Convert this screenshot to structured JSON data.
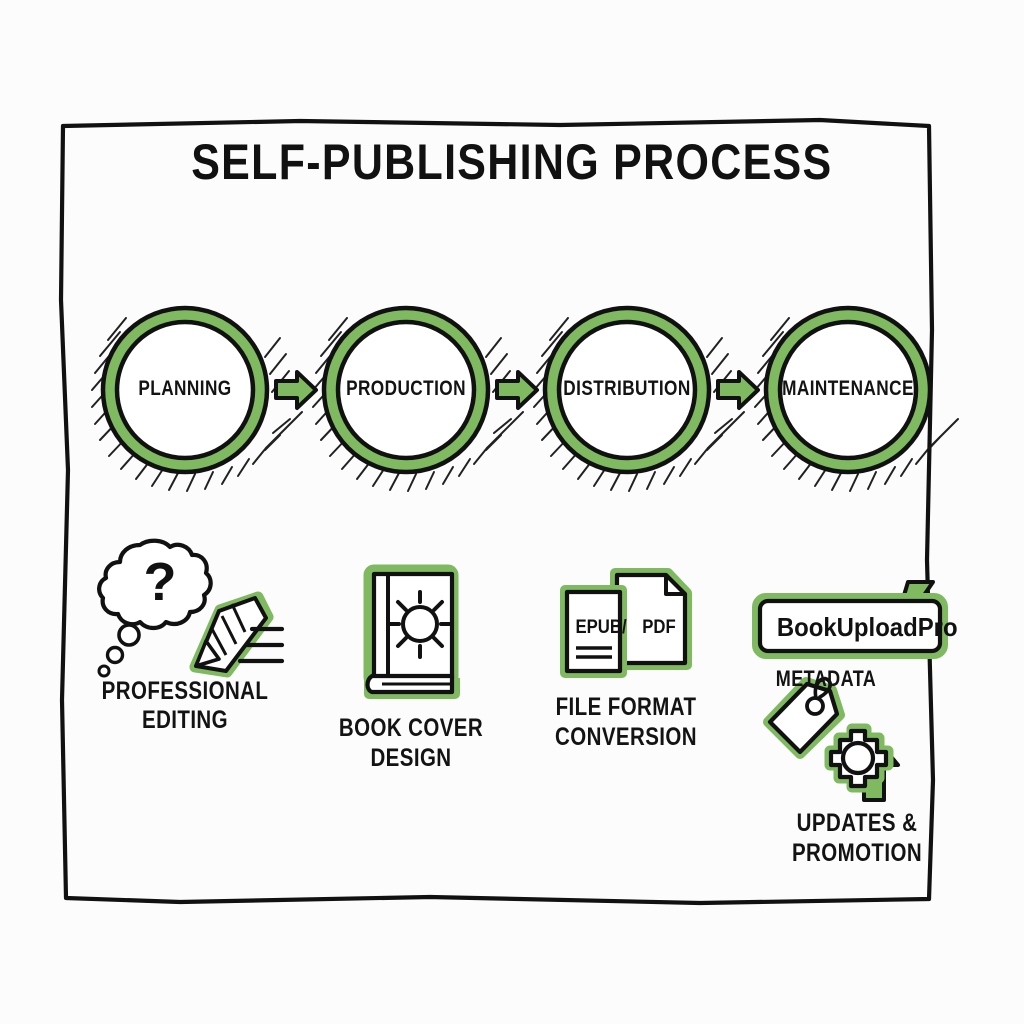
{
  "poster": {
    "title": "SELF-PUBLISHING PROCESS",
    "background_color": "#fcfcfc",
    "accent_color": "#7fba61",
    "ink_color": "#131313",
    "frame": "hand-drawn-rectangle"
  },
  "flow": {
    "arrow_glyph": "arrow-right",
    "stages": [
      {
        "label": "PLANNING"
      },
      {
        "label": "PRODUCTION"
      },
      {
        "label": "DISTRIBUTION"
      },
      {
        "label": "MAINTENANCE"
      }
    ]
  },
  "features": [
    {
      "icon": "thought-bubble-question-and-pencil-icon",
      "label_line1": "PROFESSIONAL",
      "label_line2": "EDITING"
    },
    {
      "icon": "book-with-sun-cover-icon",
      "label_line1": "BOOK COVER",
      "label_line2": "DESIGN"
    },
    {
      "icon": "two-documents-icon",
      "doc_left_text": "EPUB/",
      "doc_right_text": "PDF",
      "label_line1": "FILE FORMAT",
      "label_line2": "CONVERSION"
    },
    {
      "icon": "upload-badge-with-lightning-icon",
      "badge_text": "BookUploadPro",
      "tag_icon": "price-tag-icon",
      "tag_label": "METADATA",
      "gear_icon": "gear-with-up-arrow-icon",
      "label_line1": "UPDATES &",
      "label_line2": "PROMOTION"
    }
  ]
}
